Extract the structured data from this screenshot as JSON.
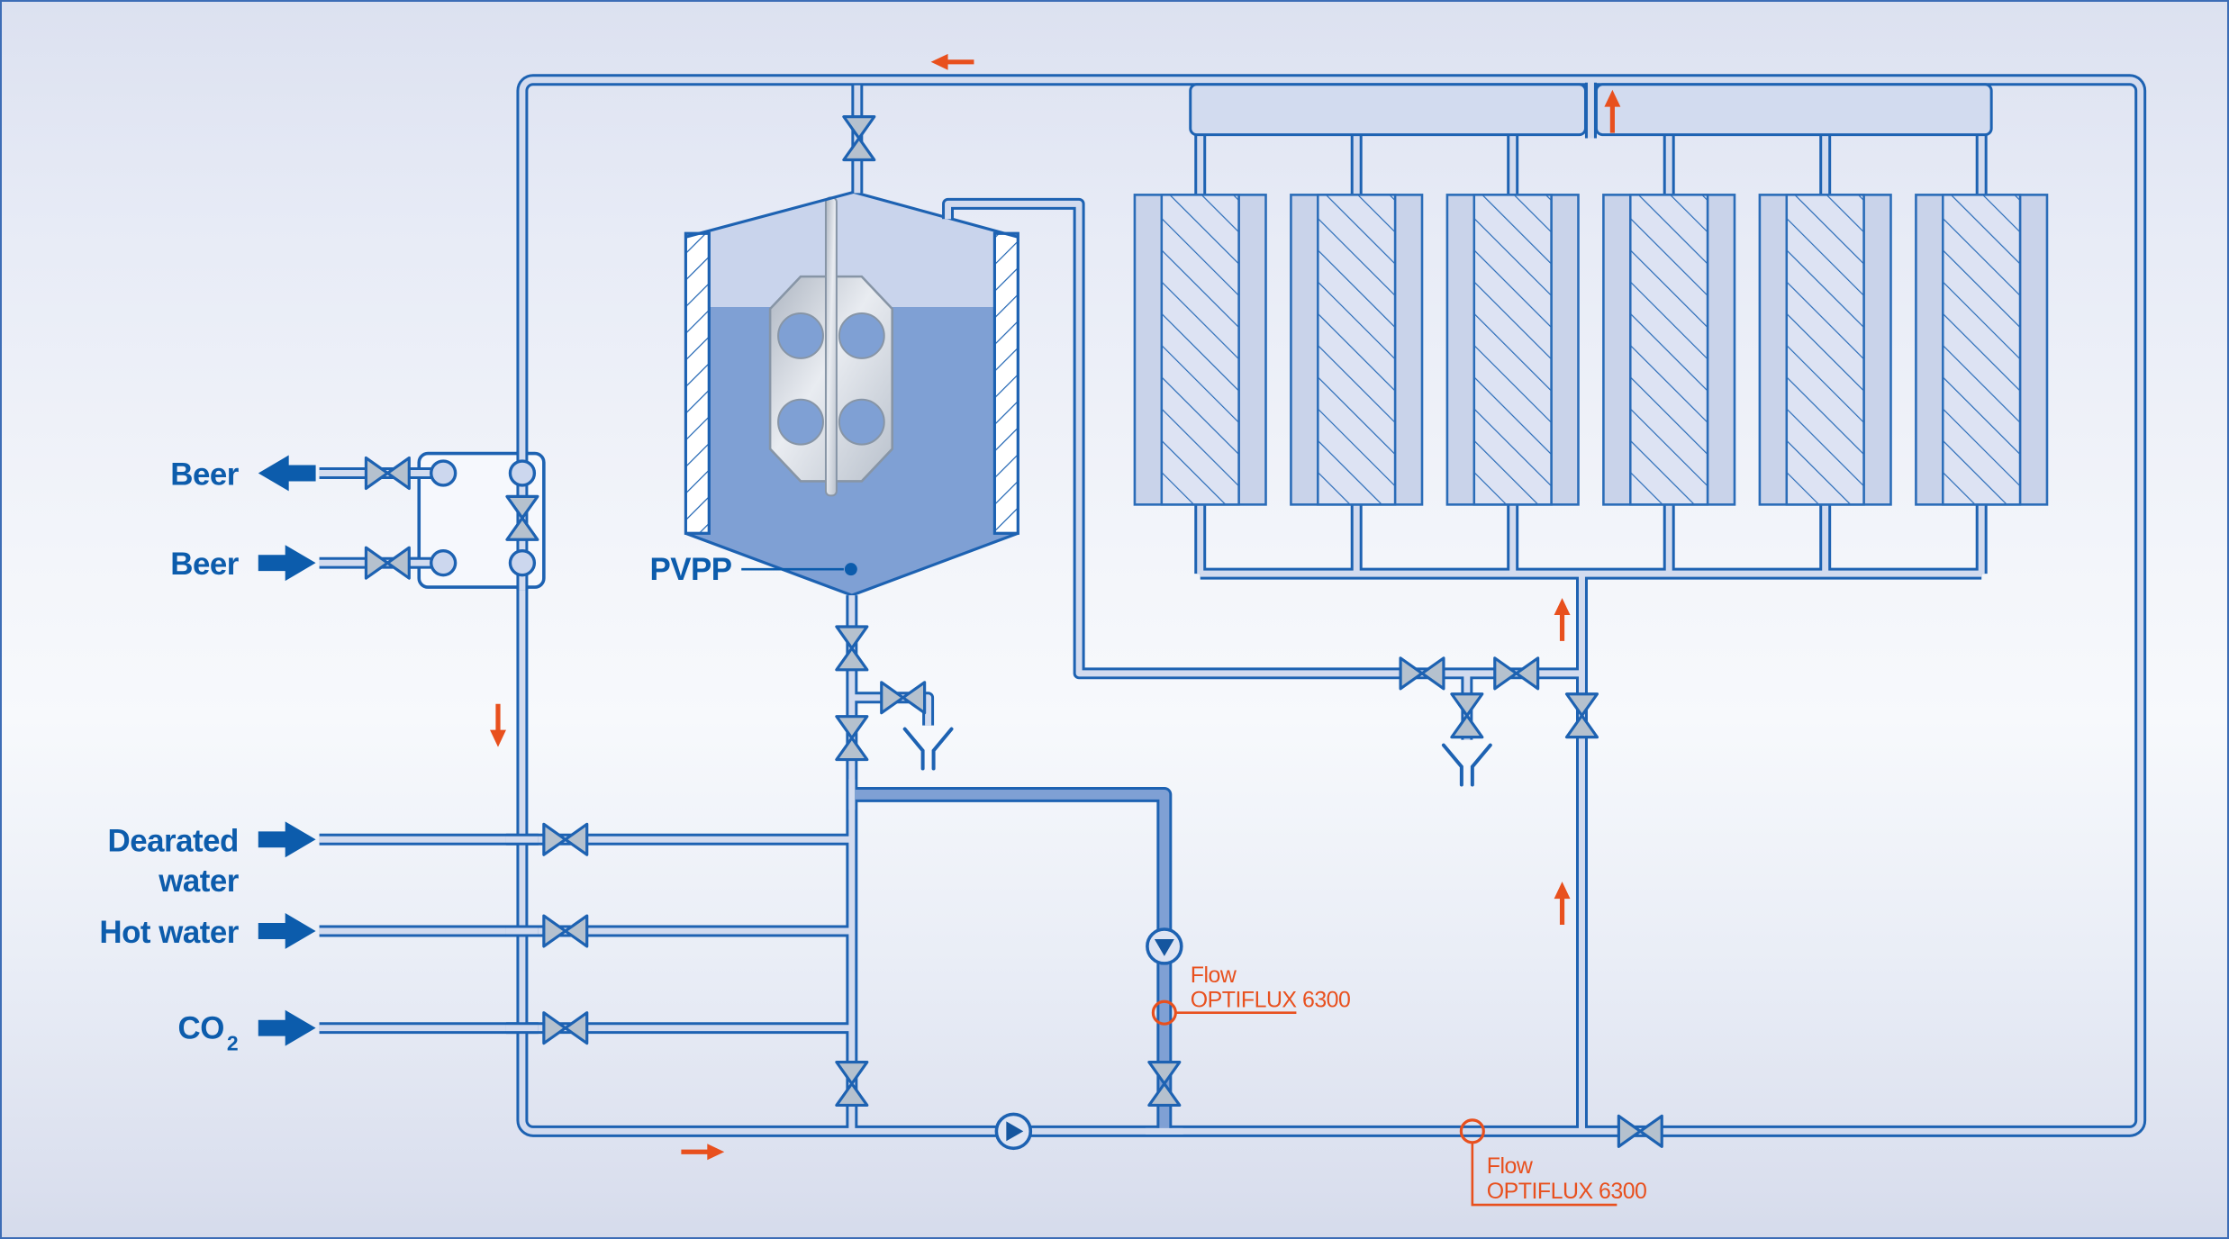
{
  "diagram": {
    "type": "process-flow-diagram",
    "subject": "Beer stabilisation / PVPP dosing and filtration circuit with OPTIFLUX 6300 flowmeters",
    "inlets": {
      "beer_out_label": "Beer",
      "beer_in_label": "Beer",
      "dearated_line1": "Dearated",
      "dearated_line2": "water",
      "hot_water_label": "Hot water",
      "co2_label": "CO",
      "co2_subscript": "2"
    },
    "tank": {
      "label": "PVPP",
      "description": "agitated PVPP dosing tank with hatched walls, liquid level and paddle agitator"
    },
    "filters": {
      "module_count": 6,
      "description": "bank of six hatched filter modules with common top and bottom headers"
    },
    "flowmeters": {
      "dosing": {
        "line1": "Flow",
        "line2": "OPTIFLUX 6300"
      },
      "main": {
        "line1": "Flow",
        "line2": "OPTIFLUX 6300"
      }
    },
    "flow_arrows": [
      {
        "location": "top-return-line",
        "direction": "left"
      },
      {
        "location": "filter-feed-riser",
        "direction": "up"
      },
      {
        "location": "left-down-riser",
        "direction": "down"
      },
      {
        "location": "filtrate-riser-upper",
        "direction": "up"
      },
      {
        "location": "filtrate-riser-lower",
        "direction": "up"
      },
      {
        "location": "bottom-supply-line",
        "direction": "right"
      }
    ],
    "symbols": {
      "valve": "bowtie-valve-icon",
      "pump": "circle-triangle-pump-icon",
      "flow_sensor": "orange-circle-sensor-icon",
      "drain": "open-funnel-drain-icon",
      "port": "circle-port-icon"
    },
    "colors": {
      "pipe_stroke": "#1d62b2",
      "pipe_fill": "#d2dbef",
      "slurry_pipe_fill": "#7fa0d4",
      "tank_liquid": "#7fa0d4",
      "tank_headspace": "#c9d4ec",
      "module_fill": "#c9d3ea",
      "module_core_fill": "#dde3f3",
      "valve_fill": "#b5c1ce",
      "label_blue": "#0c5cac",
      "accent_orange": "#e8501e",
      "metal_gray": "#c6ccd6"
    }
  }
}
